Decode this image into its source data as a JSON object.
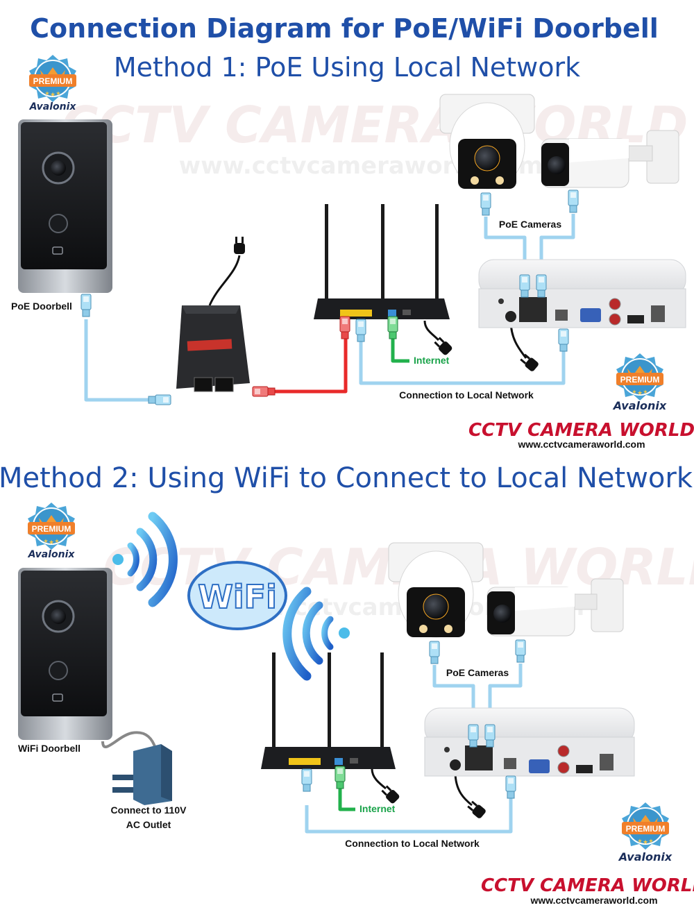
{
  "title": "Connection Diagram for PoE/WiFi Doorbell",
  "method1": {
    "heading": "Method 1: PoE Using Local Network",
    "doorbell_label": "PoE Doorbell",
    "cameras_label": "PoE Cameras",
    "internet_label": "Internet",
    "network_label": "Connection to Local Network"
  },
  "method2": {
    "heading": "Method 2:  Using WiFi to Connect to Local Network",
    "doorbell_label": "WiFi Doorbell",
    "outlet_label_line1": "Connect to 110V",
    "outlet_label_line2": "AC Outlet",
    "cameras_label": "PoE Cameras",
    "internet_label": "Internet",
    "network_label": "Connection to Local Network",
    "wifi_badge": "WiFi"
  },
  "branding": {
    "premium_badge": "PREMIUM",
    "avalonix": "Avalonix",
    "logo_text": "CCTV CAMERA WORLD",
    "website": "www.cctvcameraworld.com",
    "watermark": "CCTV CAMERA WORLD",
    "watermark_url": "www.cctvcameraworld.com"
  },
  "colors": {
    "title": "#1f4fa8",
    "cable_blue": "#9fd3ef",
    "cable_red": "#e82a2a",
    "cable_green": "#22b14c",
    "brand_red": "#c8102e"
  }
}
